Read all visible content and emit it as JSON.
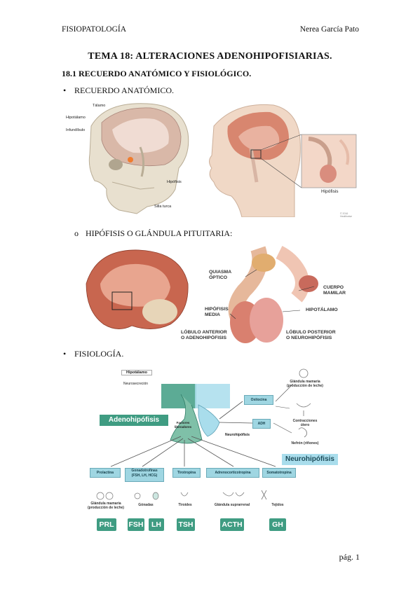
{
  "header": {
    "left": "FISIOPATOLOGÍA",
    "right": "Nerea García Pato"
  },
  "title": "TEMA 18: ALTERACIONES ADENOHIPOFISIARIAS.",
  "section": "18.1 RECUERDO ANATÓMICO Y FISIOLÓGICO.",
  "bullets": {
    "anatomico": "RECUERDO ANATÓMICO.",
    "hipofisis": "HIPÓFISIS O GLÁNDULA PITUITARIA:",
    "fisiologia": "FISIOLOGÍA."
  },
  "bullet_chars": {
    "filled": "•",
    "hollow": "o"
  },
  "fig1": {
    "labels": {
      "talamo": "Tálamo",
      "hipotalamo": "Hipotálamo",
      "infundibulo": "Infundíbulo",
      "hipofisis": "Hipófisis",
      "silla": "Silla turca",
      "inset": "Hipófisis",
      "copyright": "© 2016 Healthwise"
    }
  },
  "fig2": {
    "labels": {
      "quiasma": "QUIASMA\nÓPTICO",
      "cuerpo": "CUERPO\nMAMILAR",
      "hipofisis_media": "HIPÓFISIS\nMEDIA",
      "hipotalamo": "HIPOTÁLAMO",
      "lobulo_anterior": "LÓBULO ANTERIOR\nO ADENOHIPÓFISIS",
      "lobulo_posterior": "LÓBULO POSTERIOR\nO NEUROHIPÓFISIS"
    }
  },
  "fig3": {
    "hipotalamo": "Hipotálamo",
    "neurosecrecion": "Neurosecreción",
    "adenohipofisis": "Adenohipófisis",
    "neurohipofisis": "Neurohipófisis",
    "factores": "Factores\nliberadores",
    "neurohipofisis_small": "Neurohipófisis",
    "oxitocina": "Oxitocina",
    "adh": "ADH",
    "glandula_leche": "Glándula mamaria\n(producción de leche)",
    "contracciones": "Contracciones\nútero",
    "nefron": "Nefrón (riñones)",
    "hormones": [
      {
        "name": "Prolactina",
        "organ": "Glándula mamaria\n(producción de leche)",
        "abbr": "PRL"
      },
      {
        "name": "Gonadotrofinas\n(FSH, LH, HCG)",
        "organ": "Gónadas",
        "abbr": "FSH",
        "abbr2": "LH"
      },
      {
        "name": "Tirotropina",
        "organ": "Tiroides",
        "abbr": "TSH"
      },
      {
        "name": "Adrenocorticotropina",
        "organ": "Glándula suprarrenal",
        "abbr": "ACTH"
      },
      {
        "name": "Somatotropina",
        "organ": "Tejidos",
        "abbr": "GH"
      }
    ]
  },
  "footer": {
    "page": "pág. 1"
  },
  "colors": {
    "teal": "#3f9c82",
    "lightblue": "#9fd6e2",
    "brain": "#c8664f",
    "pituitary": "#d98d7e"
  }
}
